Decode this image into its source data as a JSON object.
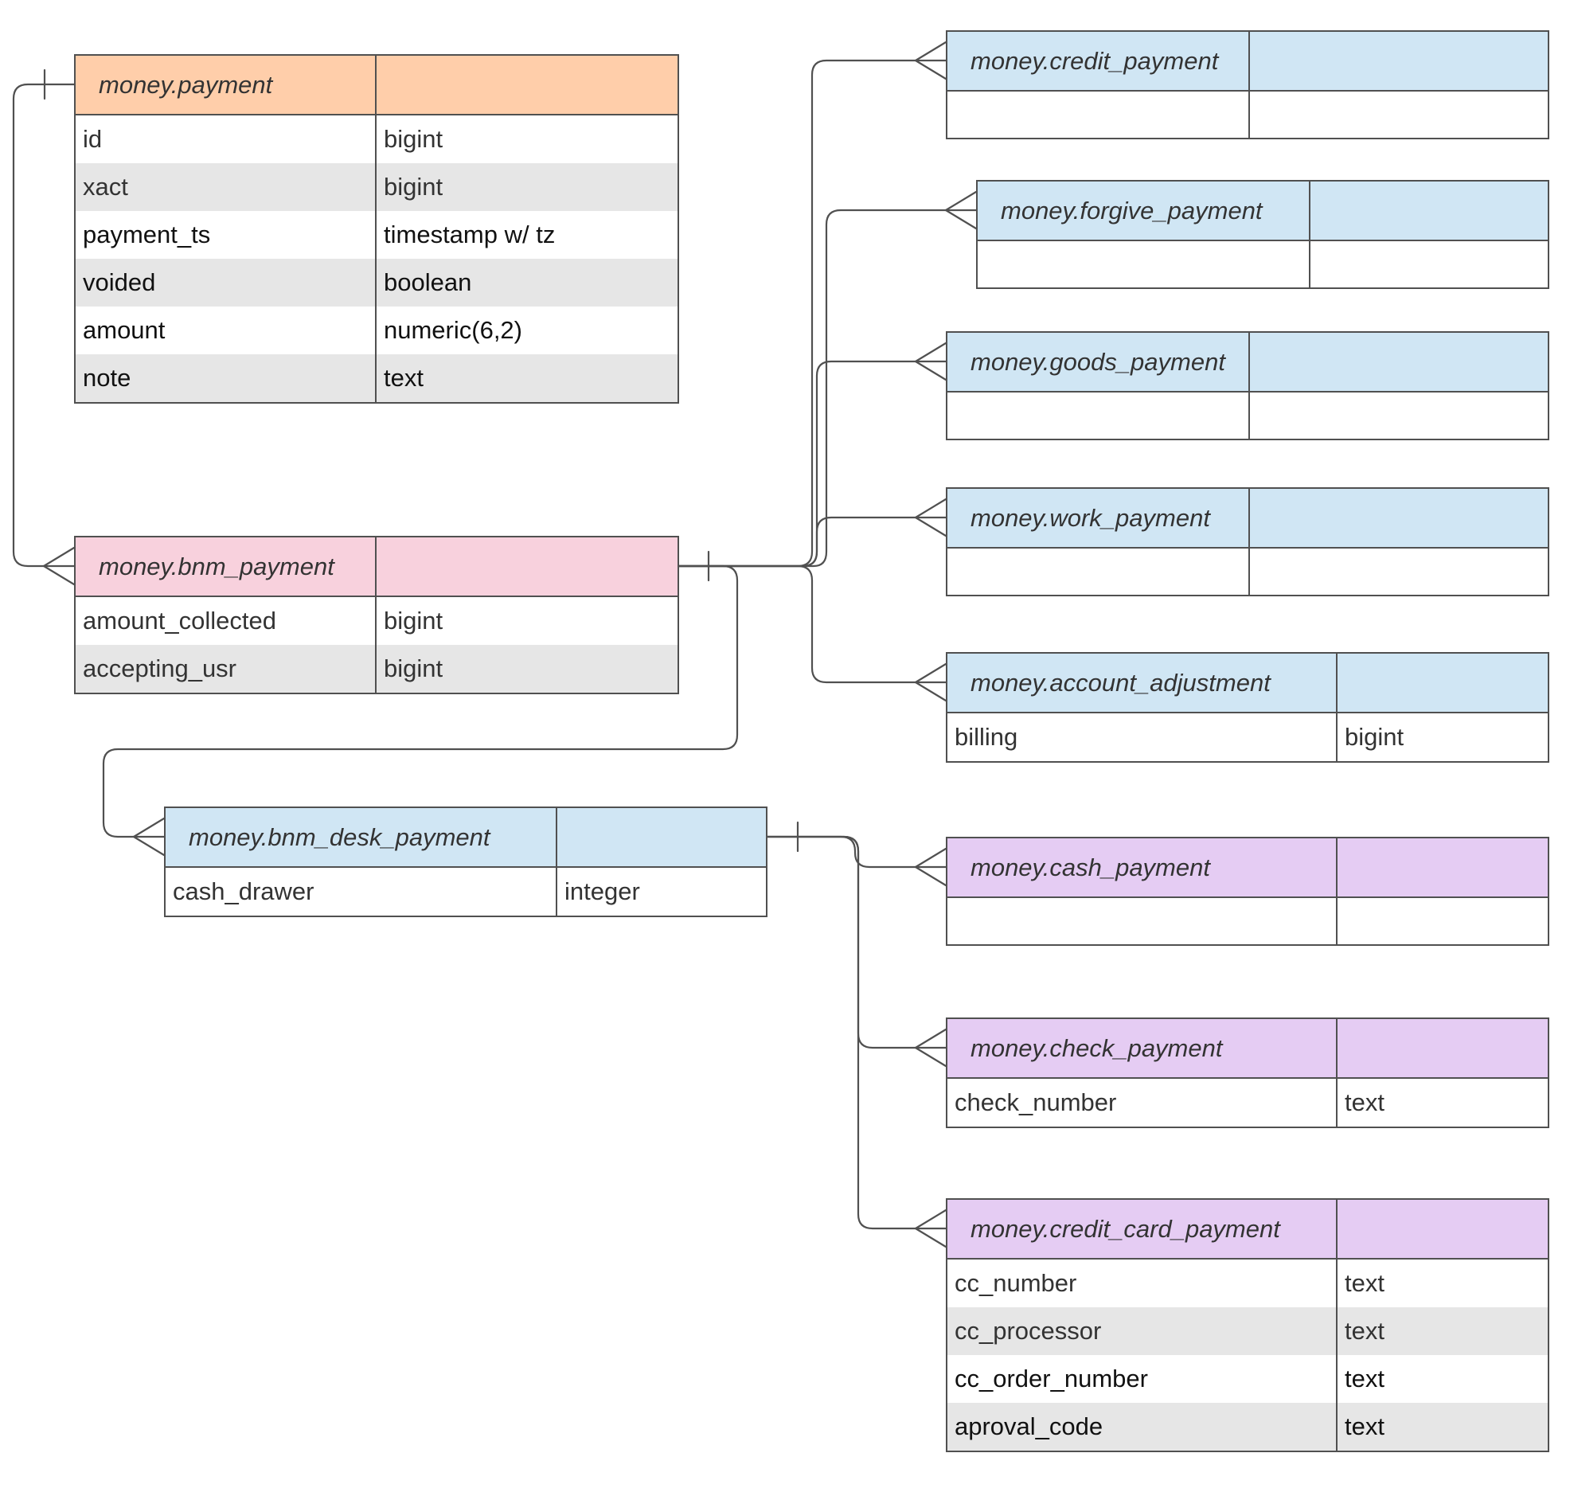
{
  "colors": {
    "orange_header": "#ffceaa",
    "pink_header": "#f8d1dd",
    "blue_header": "#d0e6f4",
    "purple_header": "#e5ccf3",
    "line": "#505050",
    "alt_row": "#e6e6e6"
  },
  "tables": {
    "payment": {
      "name": "money.payment",
      "columns": [
        {
          "name": "id",
          "type": "bigint"
        },
        {
          "name": "xact",
          "type": "bigint"
        },
        {
          "name": "payment_ts",
          "type": "timestamp w/ tz"
        },
        {
          "name": "voided",
          "type": "boolean"
        },
        {
          "name": "amount",
          "type": "numeric(6,2)"
        },
        {
          "name": "note",
          "type": "text"
        }
      ]
    },
    "bnm_payment": {
      "name": "money.bnm_payment",
      "columns": [
        {
          "name": "amount_collected",
          "type": "bigint"
        },
        {
          "name": "accepting_usr",
          "type": "bigint"
        }
      ]
    },
    "bnm_desk_payment": {
      "name": "money.bnm_desk_payment",
      "columns": [
        {
          "name": "cash_drawer",
          "type": "integer"
        }
      ]
    },
    "credit_payment": {
      "name": "money.credit_payment",
      "columns": []
    },
    "forgive_payment": {
      "name": "money.forgive_payment",
      "columns": []
    },
    "goods_payment": {
      "name": "money.goods_payment",
      "columns": []
    },
    "work_payment": {
      "name": "money.work_payment",
      "columns": []
    },
    "account_adjustment": {
      "name": "money.account_adjustment",
      "columns": [
        {
          "name": "billing",
          "type": "bigint"
        }
      ]
    },
    "cash_payment": {
      "name": "money.cash_payment",
      "columns": []
    },
    "check_payment": {
      "name": "money.check_payment",
      "columns": [
        {
          "name": "check_number",
          "type": "text"
        }
      ]
    },
    "credit_card_payment": {
      "name": "money.credit_card_payment",
      "columns": [
        {
          "name": "cc_number",
          "type": "text"
        },
        {
          "name": "cc_processor",
          "type": "text"
        },
        {
          "name": "cc_order_number",
          "type": "text"
        },
        {
          "name": "aproval_code",
          "type": "text"
        }
      ]
    }
  }
}
